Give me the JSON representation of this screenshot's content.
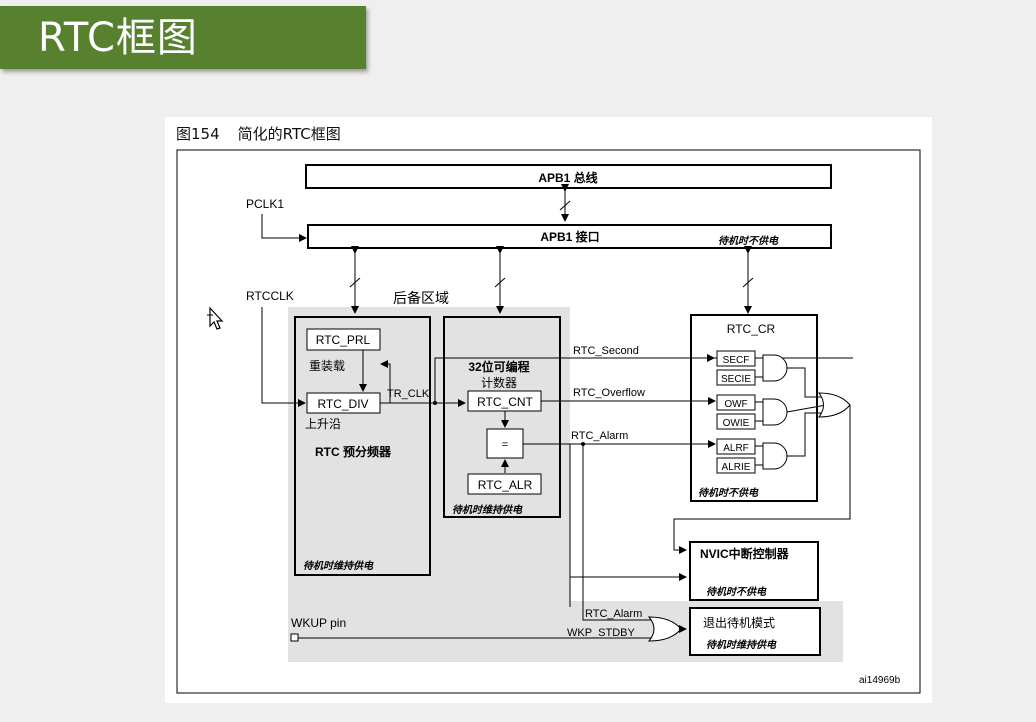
{
  "slide": {
    "title": "RTC框图"
  },
  "figure": {
    "caption_label": "图154",
    "caption_text": "简化的RTC框图",
    "id_label": "ai14969b"
  },
  "diagram": {
    "apb1_bus": "APB1 总线",
    "apb1_interface": "APB1 接口",
    "standby_no_power": "待机时不供电",
    "standby_powered": "待机时维持供电",
    "pclk1": "PCLK1",
    "rtcclk": "RTCCLK",
    "backup_domain": "后备区域",
    "rtc_prl": "RTC_PRL",
    "reload": "重装载",
    "rtc_div": "RTC_DIV",
    "rising_edge": "上升沿",
    "prescaler": "RTC 预分频器",
    "tr_clk": "TR_CLK",
    "counter_line1": "32位可编程",
    "counter_line2": "计数器",
    "rtc_cnt": "RTC_CNT",
    "equals": "=",
    "rtc_alr": "RTC_ALR",
    "rtc_second": "RTC_Second",
    "rtc_overflow": "RTC_Overflow",
    "rtc_alarm": "RTC_Alarm",
    "rtc_cr": "RTC_CR",
    "secf": "SECF",
    "secie": "SECIE",
    "owf": "OWF",
    "owie": "OWIE",
    "alrf": "ALRF",
    "alrie": "ALRIE",
    "nvic": "NVIC中断控制器",
    "wkup_pin": "WKUP pin",
    "rtc_alarm2": "RTC_Alarm",
    "wkp_stdby": "WKP_STDBY",
    "exit_standby": "退出待机模式"
  },
  "colors": {
    "title_bar": "#57802f",
    "backup_domain_fill": "#e2e2e2"
  }
}
